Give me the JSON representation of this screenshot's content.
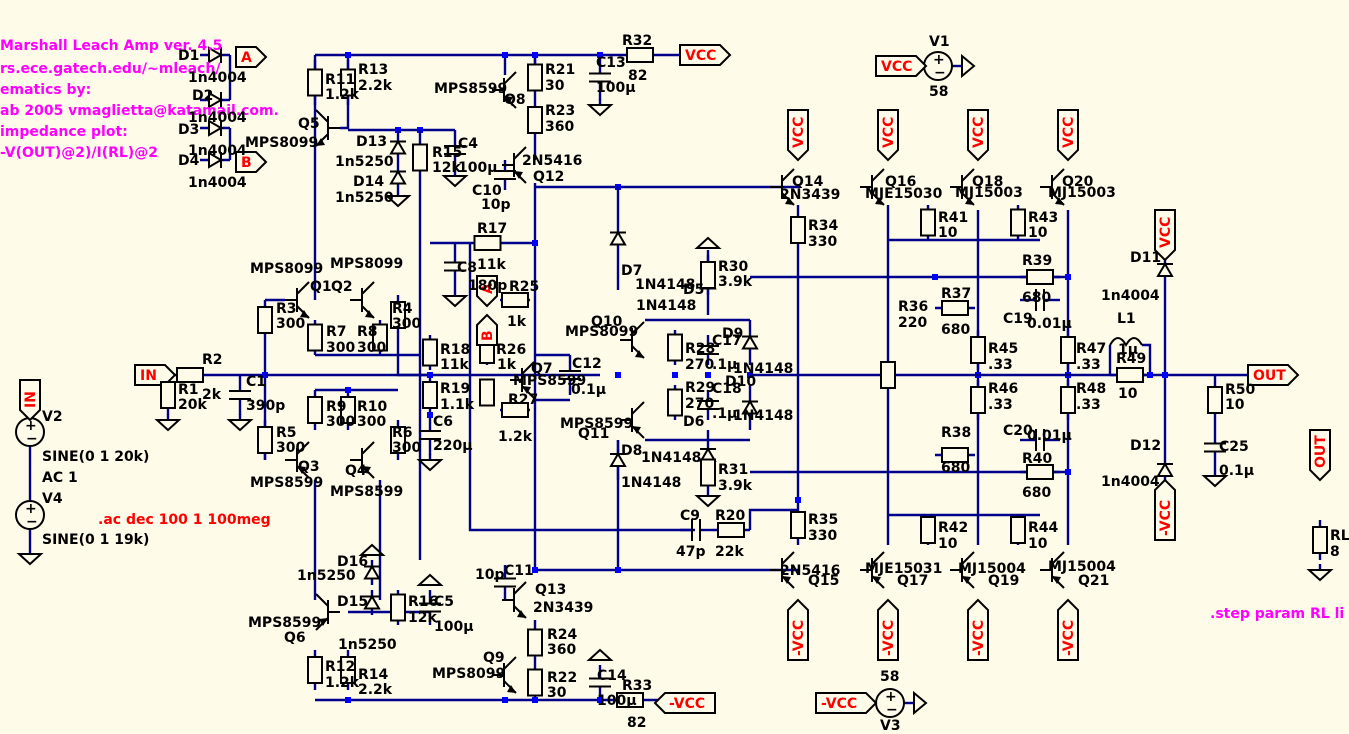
{
  "notes": [
    "Marshall Leach Amp ver. 4.5",
    "rs.ece.gatech.edu/~mleach/",
    "ematics by:",
    "ab 2005 vmaglietta@katamail.com.",
    "impedance plot:",
    "-V(OUT)@2)/I(RL)@2"
  ],
  "directives": {
    "ac": ".ac dec 100 1 100meg",
    "step": ".step param RL li"
  },
  "flags": {
    "vcc": "VCC",
    "vee": "-VCC",
    "in": "IN",
    "out": "OUT",
    "a": "A",
    "b": "B"
  },
  "sources": {
    "v1": {
      "name": "V1",
      "value": "58"
    },
    "v3": {
      "name": "V3",
      "value": "58"
    },
    "v2": {
      "name": "V2",
      "value": "SINE(0 1 20k)",
      "ac": "AC 1"
    },
    "v4": {
      "name": "V4",
      "value": "SINE(0 1 19k)"
    }
  },
  "components": [
    {
      "ref": "D1",
      "value": "1n4004"
    },
    {
      "ref": "D2",
      "value": "1n4004"
    },
    {
      "ref": "D3",
      "value": "1n4004"
    },
    {
      "ref": "D4",
      "value": "1n4004"
    },
    {
      "ref": "R11",
      "value": "1.2k"
    },
    {
      "ref": "R13",
      "value": "2.2k"
    },
    {
      "ref": "Q5",
      "value": "MPS8099"
    },
    {
      "ref": "D13",
      "value": "1n5250"
    },
    {
      "ref": "D14",
      "value": "1n5250"
    },
    {
      "ref": "R15",
      "value": "12k"
    },
    {
      "ref": "C4",
      "value": "100µ"
    },
    {
      "ref": "Q8",
      "value": "MPS8599"
    },
    {
      "ref": "R21",
      "value": "30"
    },
    {
      "ref": "R23",
      "value": "360"
    },
    {
      "ref": "C13",
      "value": "100µ"
    },
    {
      "ref": "R32",
      "value": "82"
    },
    {
      "ref": "Q12",
      "value": "2N5416"
    },
    {
      "ref": "C10",
      "value": "10p"
    },
    {
      "ref": "R17",
      "value": "11k"
    },
    {
      "ref": "C8",
      "value": "180p"
    },
    {
      "ref": "R25",
      "value": "1k"
    },
    {
      "ref": "R26",
      "value": "1k"
    },
    {
      "ref": "R27",
      "value": "1.2k"
    },
    {
      "ref": "Q7",
      "value": "MPS8599"
    },
    {
      "ref": "C12",
      "value": "0.1µ"
    },
    {
      "ref": "R18",
      "value": "11k"
    },
    {
      "ref": "R19",
      "value": "1.1k"
    },
    {
      "ref": "C6",
      "value": "220µ"
    },
    {
      "ref": "Q1",
      "value": "MPS8099"
    },
    {
      "ref": "Q2",
      "value": "MPS8099"
    },
    {
      "ref": "R3",
      "value": "300"
    },
    {
      "ref": "R4",
      "value": "300"
    },
    {
      "ref": "R7",
      "value": "300"
    },
    {
      "ref": "R8",
      "value": "300"
    },
    {
      "ref": "R9",
      "value": "300"
    },
    {
      "ref": "R10",
      "value": "300"
    },
    {
      "ref": "R5",
      "value": "300"
    },
    {
      "ref": "R6",
      "value": "300"
    },
    {
      "ref": "Q3",
      "value": "MPS8599"
    },
    {
      "ref": "Q4",
      "value": "MPS8599"
    },
    {
      "ref": "R1",
      "value": "20k"
    },
    {
      "ref": "R2",
      "value": "2k"
    },
    {
      "ref": "C1",
      "value": "390p"
    },
    {
      "ref": "D16",
      "value": "1n5250"
    },
    {
      "ref": "D15",
      "value": "1n5250"
    },
    {
      "ref": "R16",
      "value": "12k"
    },
    {
      "ref": "C5",
      "value": "100µ"
    },
    {
      "ref": "Q6",
      "value": "MPS8599"
    },
    {
      "ref": "R12",
      "value": "1.2k"
    },
    {
      "ref": "R14",
      "value": "2.2k"
    },
    {
      "ref": "Q9",
      "value": "MPS8099"
    },
    {
      "ref": "R24",
      "value": "360"
    },
    {
      "ref": "R22",
      "value": "30"
    },
    {
      "ref": "C14",
      "value": "100µ"
    },
    {
      "ref": "R33",
      "value": "82"
    },
    {
      "ref": "C11",
      "value": "10p"
    },
    {
      "ref": "Q13",
      "value": "2N3439"
    },
    {
      "ref": "D7",
      "value": "1N4148"
    },
    {
      "ref": "D5",
      "value": "1N4148"
    },
    {
      "ref": "R30",
      "value": "3.9k"
    },
    {
      "ref": "Q10",
      "value": "MPS8099"
    },
    {
      "ref": "R28",
      "value": "270"
    },
    {
      "ref": "C17",
      "value": ".1µ"
    },
    {
      "ref": "D9",
      "value": "1N4148"
    },
    {
      "ref": "R29",
      "value": "270"
    },
    {
      "ref": "C18",
      "value": ".1µ"
    },
    {
      "ref": "D10",
      "value": "1N4148"
    },
    {
      "ref": "Q11",
      "value": "MPS8599"
    },
    {
      "ref": "D6",
      "value": "1N4148"
    },
    {
      "ref": "D8",
      "value": "1N4148"
    },
    {
      "ref": "R31",
      "value": "3.9k"
    },
    {
      "ref": "C9",
      "value": "47p"
    },
    {
      "ref": "R20",
      "value": "22k"
    },
    {
      "ref": "Q14",
      "value": "2N3439"
    },
    {
      "ref": "R34",
      "value": "330"
    },
    {
      "ref": "Q15",
      "value": "2N5416"
    },
    {
      "ref": "R35",
      "value": "330"
    },
    {
      "ref": "Q16",
      "value": "MJE15030"
    },
    {
      "ref": "Q17",
      "value": "MJE15031"
    },
    {
      "ref": "R36",
      "value": "220"
    },
    {
      "ref": "Q18",
      "value": "MJ15003"
    },
    {
      "ref": "Q19",
      "value": "MJ15004"
    },
    {
      "ref": "Q20",
      "value": "MJ15003"
    },
    {
      "ref": "Q21",
      "value": "MJ15004"
    },
    {
      "ref": "R41",
      "value": "10"
    },
    {
      "ref": "R42",
      "value": "10"
    },
    {
      "ref": "R43",
      "value": "10"
    },
    {
      "ref": "R44",
      "value": "10"
    },
    {
      "ref": "R37",
      "value": "680"
    },
    {
      "ref": "R38",
      "value": "680"
    },
    {
      "ref": "R39",
      "value": "680"
    },
    {
      "ref": "R40",
      "value": "680"
    },
    {
      "ref": "C19",
      "value": "0.01µ"
    },
    {
      "ref": "C20",
      "value": "0.01µ"
    },
    {
      "ref": "R45",
      "value": ".33"
    },
    {
      "ref": "R46",
      "value": ".33"
    },
    {
      "ref": "R47",
      "value": ".33"
    },
    {
      "ref": "R48",
      "value": ".33"
    },
    {
      "ref": "L1",
      "value": "1µ"
    },
    {
      "ref": "R49",
      "value": "10"
    },
    {
      "ref": "D11",
      "value": "1n4004"
    },
    {
      "ref": "D12",
      "value": "1n4004"
    },
    {
      "ref": "R50",
      "value": "10"
    },
    {
      "ref": "C25",
      "value": "0.1µ"
    },
    {
      "ref": "RL",
      "value": "8"
    }
  ]
}
